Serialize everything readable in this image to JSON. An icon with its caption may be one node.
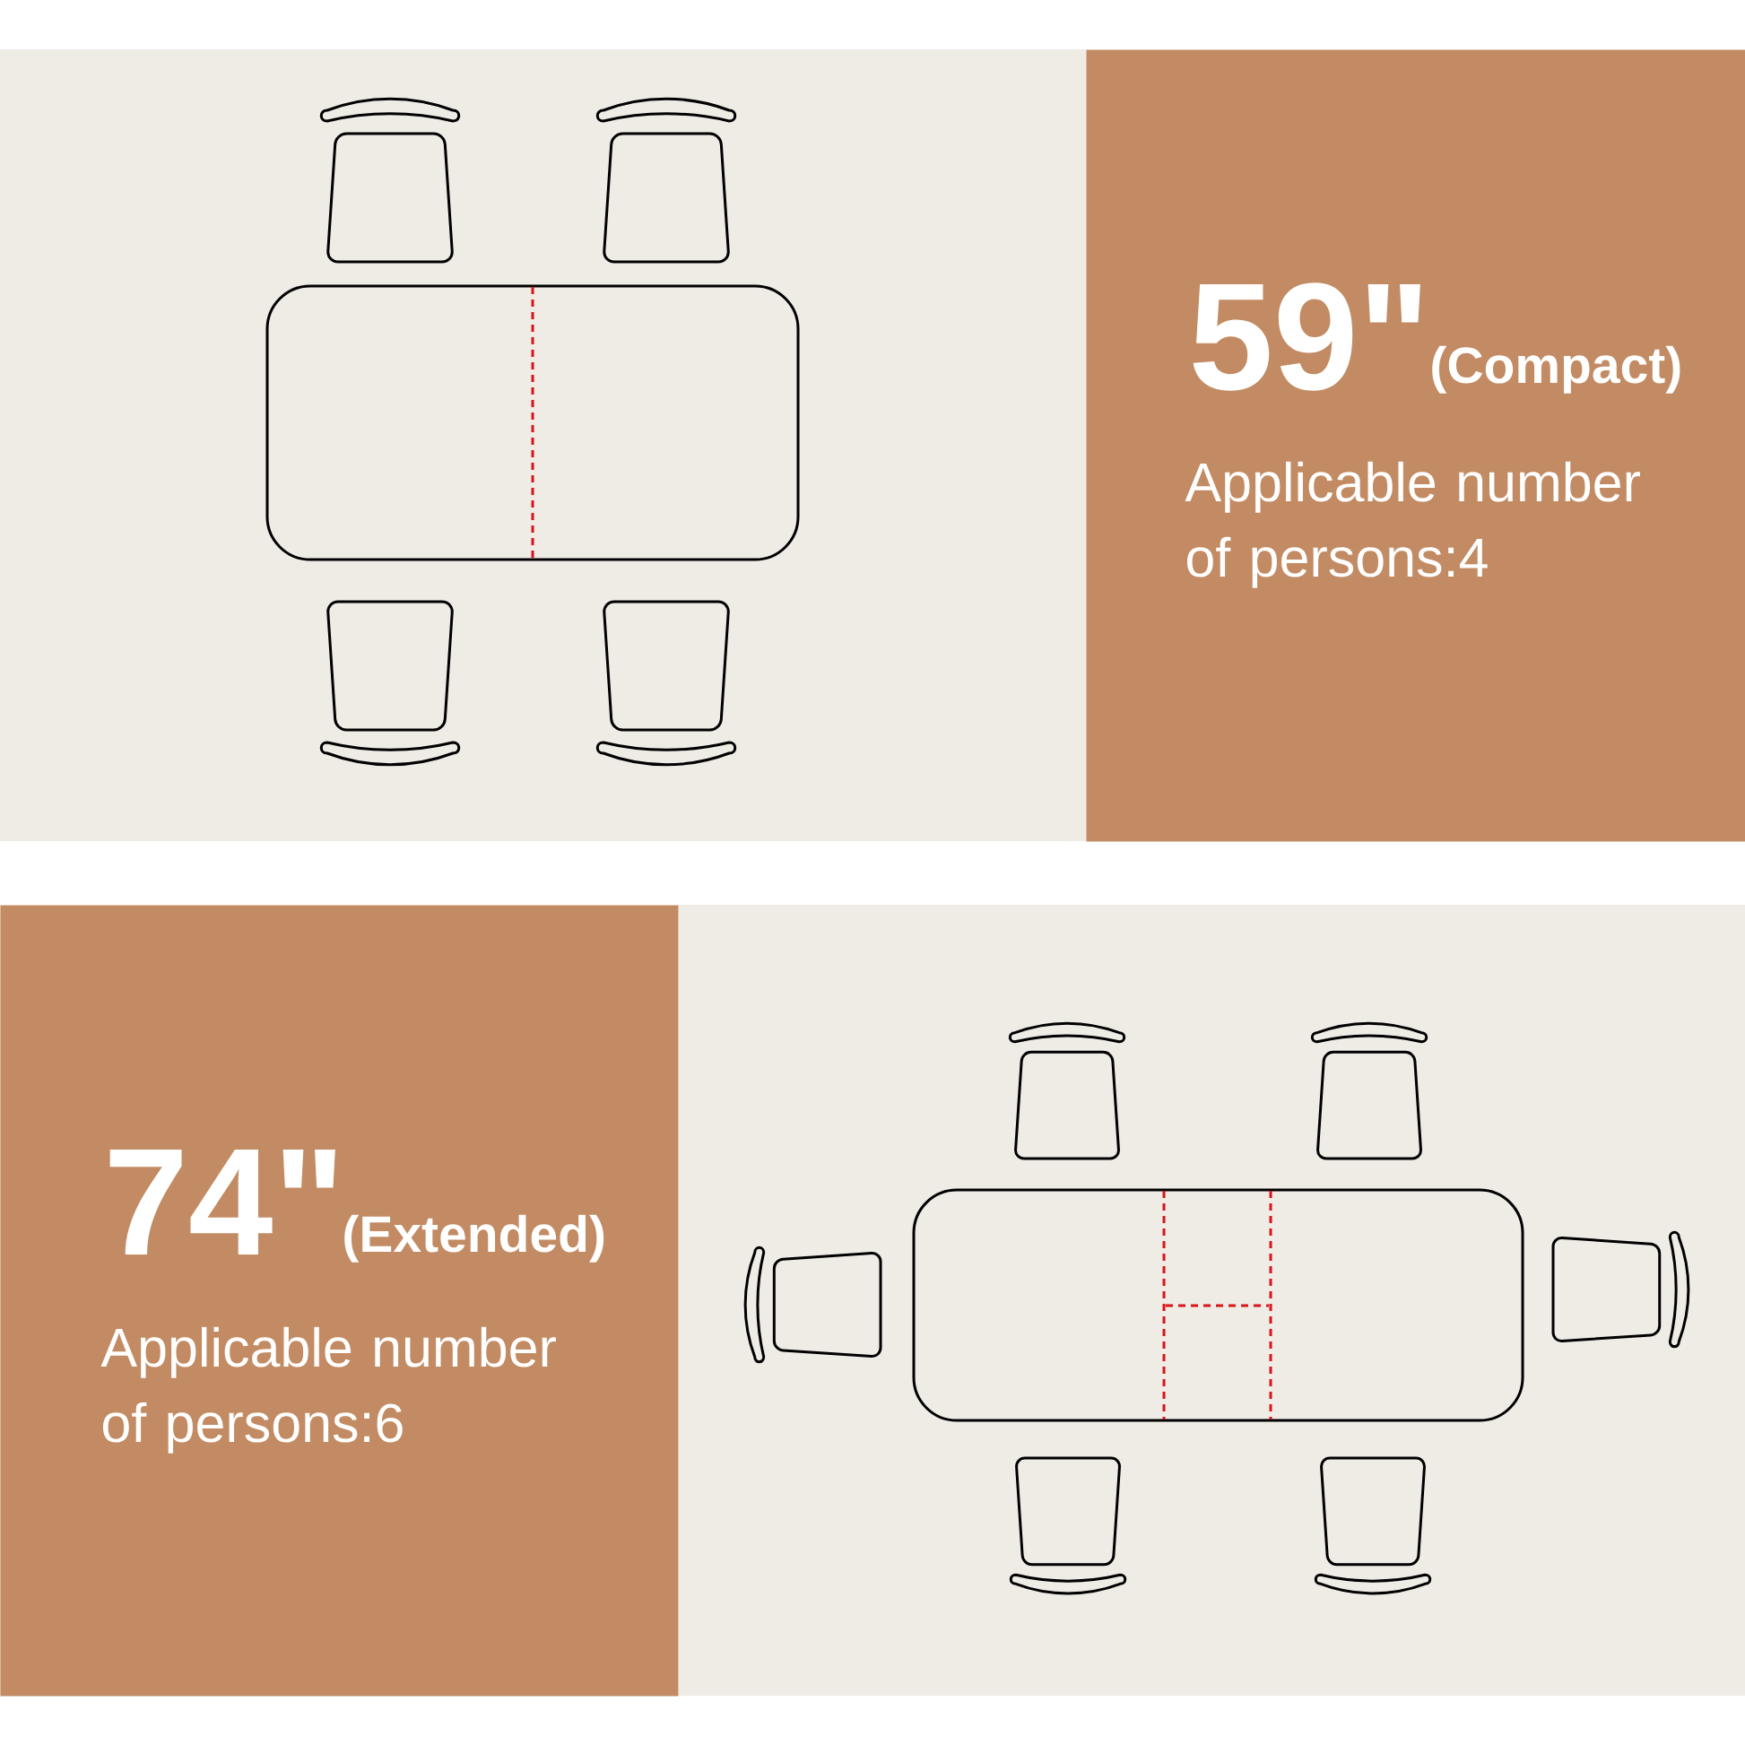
{
  "diagram": {
    "nodes": [
      {
        "text": [
          "59\"",
          "(Compact)",
          "Applicable number of persons:4"
        ]
      },
      {
        "text": [
          "74\"",
          "(Extended)",
          "Applicable number of persons:6"
        ]
      }
    ]
  }
}
